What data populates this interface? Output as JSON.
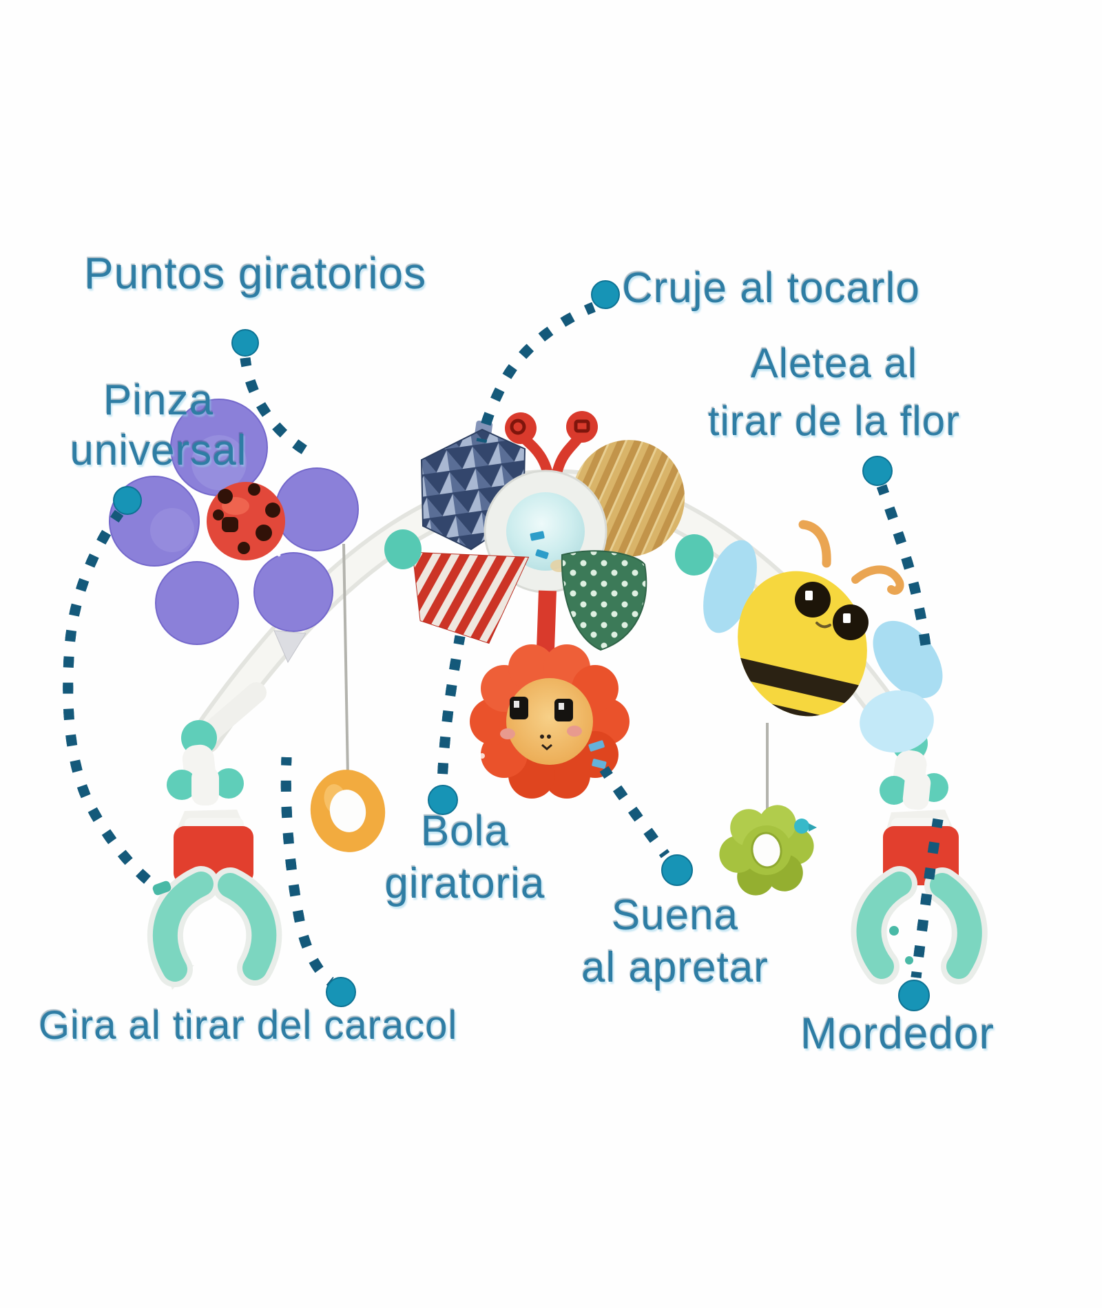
{
  "labels": {
    "puntos_giratorios": "Puntos giratorios",
    "cruje_al_tocarlo": "Cruje al tocarlo",
    "pinza_l1": "Pinza",
    "pinza_l2": "universal",
    "aletea_l1": "Aletea al",
    "aletea_l2": "tirar de la flor",
    "bola_l1": "Bola",
    "bola_l2": "giratoria",
    "suena_l1": "Suena",
    "suena_l2": "al apretar",
    "gira_caracol": "Gira al tirar del caracol",
    "mordedor": "Mordedor"
  },
  "colors": {
    "label": "#2e7da4",
    "dash_dark": "#14597a",
    "dash_light": "#2da0c6",
    "dot": "#1794b6",
    "arch": "#f6f6f2",
    "flower_purple": "#8b80d9",
    "ladybug_red": "#e2483a",
    "bee_yellow": "#f6d73e",
    "bee_wing_blue": "#a9ddf2",
    "sun_petal_orange": "#ea522b",
    "sun_face": "#f2c279",
    "ring_orange": "#f2ab3f",
    "teether_green": "#a6c23f",
    "clamp_red": "#e23f2e",
    "clamp_mint": "#7cd6c0"
  },
  "parts": [
    "arch",
    "universal-clamp-left",
    "universal-clamp-right",
    "purple-flower",
    "ladybug",
    "crinkle-leaves",
    "mirror-rattle-snail",
    "sun-rattle",
    "bee",
    "orange-ring",
    "flower-teether",
    "swivel-beads"
  ]
}
